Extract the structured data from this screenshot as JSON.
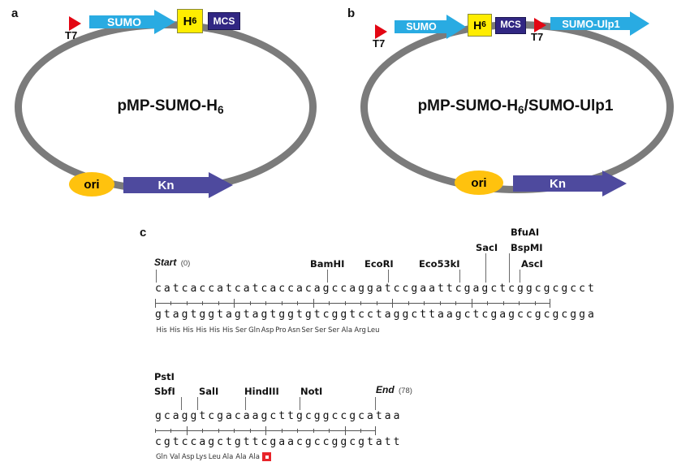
{
  "figure": {
    "panels": [
      {
        "letter": "a",
        "plasmid_name_parts": {
          "pre": "pMP-SUMO-H",
          "sub": "6",
          "post": ""
        },
        "plasmid_name_plain": "pMP-SUMO-H6",
        "features": [
          {
            "name": "T7",
            "type": "promoter-arrow",
            "color": "#E30613"
          },
          {
            "name": "SUMO",
            "type": "gene-arrow",
            "color": "#29ABE2"
          },
          {
            "name": "H6",
            "type": "tag-box",
            "color": "#FFED00"
          },
          {
            "name": "MCS",
            "type": "site-box",
            "color": "#312783"
          },
          {
            "name": "ori",
            "type": "origin-ellipse",
            "color": "#FFC20E"
          },
          {
            "name": "Kn",
            "type": "marker-arrow",
            "color": "#4e4a9e"
          }
        ]
      },
      {
        "letter": "b",
        "plasmid_name_parts": {
          "pre": "pMP-SUMO-H",
          "sub": "6",
          "post": "/SUMO-Ulp1"
        },
        "plasmid_name_plain": "pMP-SUMO-H6/SUMO-Ulp1",
        "features": [
          {
            "name": "T7",
            "type": "promoter-arrow",
            "color": "#E30613"
          },
          {
            "name": "SUMO",
            "type": "gene-arrow",
            "color": "#29ABE2"
          },
          {
            "name": "H6",
            "type": "tag-box",
            "color": "#FFED00"
          },
          {
            "name": "MCS",
            "type": "site-box",
            "color": "#312783"
          },
          {
            "name": "T7",
            "type": "promoter-arrow",
            "color": "#E30613"
          },
          {
            "name": "SUMO-Ulp1",
            "type": "gene-arrow",
            "color": "#29ABE2"
          },
          {
            "name": "ori",
            "type": "origin-ellipse",
            "color": "#FFC20E"
          },
          {
            "name": "Kn",
            "type": "marker-arrow",
            "color": "#4e4a9e"
          }
        ]
      },
      {
        "letter": "c",
        "type": "sequence-map"
      }
    ]
  },
  "labels": {
    "t7": "T7",
    "sumo": "SUMO",
    "h6_letter": "H",
    "h6_sub": "6",
    "mcs": "MCS",
    "sumo_ulp1": "SUMO-Ulp1",
    "ori": "ori",
    "kn": "Kn"
  },
  "sequence_map": {
    "block1": {
      "start_marker": {
        "label": "Start",
        "position": "(0)"
      },
      "enzymes": [
        {
          "name": "BamHI",
          "index": 21
        },
        {
          "name": "EcoRI",
          "index": 26
        },
        {
          "name": "Eco53kI",
          "index": 32
        },
        {
          "name": "SacI",
          "index": 34
        },
        {
          "name": "BfuAI",
          "index": 36
        },
        {
          "name": "BspMI",
          "index": 36
        },
        {
          "name": "AscI",
          "index": 38
        }
      ],
      "top_strand": "catcaccatcatcaccacagccaggatccgaattcgagctcggcgcgcct",
      "bottom_strand": "gtagtggtagtagtggtgtcggtcctaggcttaagctcgagccgcgcgga",
      "amino_acids": [
        "His",
        "His",
        "His",
        "His",
        "His",
        "His",
        "Ser",
        "Gln",
        "Asp",
        "Pro",
        "Asn",
        "Ser",
        "Ser",
        "Ser",
        "Ala",
        "Arg",
        "Leu"
      ]
    },
    "block2": {
      "end_marker": {
        "label": "End",
        "position": "(78)"
      },
      "enzymes": [
        {
          "name": "PstI",
          "index": 2
        },
        {
          "name": "SbfI",
          "index": 3
        },
        {
          "name": "SalI",
          "index": 6
        },
        {
          "name": "HindIII",
          "index": 12
        },
        {
          "name": "NotI",
          "index": 18
        }
      ],
      "top_strand": "gcaggtcgacaagcttgcggccgcataa",
      "bottom_strand": "cgtccagctgttcgaacgccggcgtatt",
      "amino_acids": [
        "Gln",
        "Val",
        "Asp",
        "Lys",
        "Leu",
        "Ala",
        "Ala",
        "Ala"
      ],
      "stop_codon": "stop"
    }
  },
  "colors": {
    "backbone": "#7b7b7b",
    "gene_blue": "#29ABE2",
    "tag_yellow": "#FFED00",
    "mcs_navy": "#312783",
    "ori_gold": "#FFC20E",
    "kn_purple": "#4e4a9e",
    "t7_red": "#E30613",
    "stop_red": "#E8242A"
  }
}
